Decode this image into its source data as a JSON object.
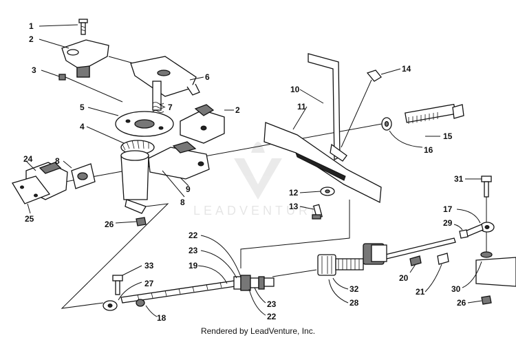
{
  "watermark": {
    "text": "LEADVENTURE"
  },
  "footer": {
    "text": "Rendered by LeadVenture, Inc."
  },
  "parts": [
    {
      "id": "p1",
      "num": "1"
    },
    {
      "id": "p2a",
      "num": "2"
    },
    {
      "id": "p3",
      "num": "3"
    },
    {
      "id": "p6",
      "num": "6"
    },
    {
      "id": "p5",
      "num": "5"
    },
    {
      "id": "p7",
      "num": "7"
    },
    {
      "id": "p2b",
      "num": "2"
    },
    {
      "id": "p4",
      "num": "4"
    },
    {
      "id": "p8a",
      "num": "8"
    },
    {
      "id": "p24",
      "num": "24"
    },
    {
      "id": "p25",
      "num": "25"
    },
    {
      "id": "p9",
      "num": "9"
    },
    {
      "id": "p8b",
      "num": "8"
    },
    {
      "id": "p26a",
      "num": "26"
    },
    {
      "id": "p10",
      "num": "10"
    },
    {
      "id": "p11",
      "num": "11"
    },
    {
      "id": "p14",
      "num": "14"
    },
    {
      "id": "p15",
      "num": "15"
    },
    {
      "id": "p16",
      "num": "16"
    },
    {
      "id": "p12",
      "num": "12"
    },
    {
      "id": "p13",
      "num": "13"
    },
    {
      "id": "p31",
      "num": "31"
    },
    {
      "id": "p17",
      "num": "17"
    },
    {
      "id": "p29",
      "num": "29"
    },
    {
      "id": "p22a",
      "num": "22"
    },
    {
      "id": "p23a",
      "num": "23"
    },
    {
      "id": "p19",
      "num": "19"
    },
    {
      "id": "p33",
      "num": "33"
    },
    {
      "id": "p27",
      "num": "27"
    },
    {
      "id": "p18",
      "num": "18"
    },
    {
      "id": "p23b",
      "num": "23"
    },
    {
      "id": "p22b",
      "num": "22"
    },
    {
      "id": "p32",
      "num": "32"
    },
    {
      "id": "p28",
      "num": "28"
    },
    {
      "id": "p20",
      "num": "20"
    },
    {
      "id": "p21",
      "num": "21"
    },
    {
      "id": "p30",
      "num": "30"
    },
    {
      "id": "p26b",
      "num": "26"
    }
  ]
}
